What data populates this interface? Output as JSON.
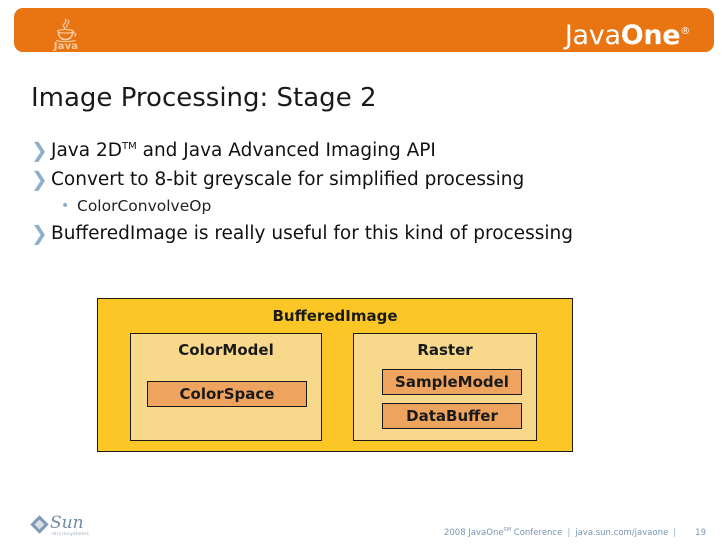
{
  "header": {
    "java_logo_label": "Java",
    "java_logo_icon": "java-coffee-cup-icon",
    "brand_light": "Java",
    "brand_bold": "One",
    "brand_mark": "®",
    "bar_color": "#e87511"
  },
  "slide": {
    "title": "Image Processing: Stage 2",
    "bullet_marker": "❯",
    "sub_marker": "•",
    "bullets": [
      {
        "text_before": "Java 2D",
        "superscript": "TM",
        "text_after": " and Java Advanced Imaging API",
        "subitems": []
      },
      {
        "text_before": "Convert to 8-bit greyscale for simplified processing",
        "superscript": "",
        "text_after": "",
        "subitems": [
          "ColorConvolveOp"
        ]
      },
      {
        "text_before": "BufferedImage is really useful for this kind of processing",
        "superscript": "",
        "text_after": "",
        "subitems": []
      }
    ]
  },
  "diagram": {
    "title": "BufferedImage",
    "outer_color": "#fcc726",
    "panel_color": "#f8d98c",
    "chip_color": "#eea35f",
    "panels": [
      {
        "title": "ColorModel",
        "chips": [
          "ColorSpace"
        ]
      },
      {
        "title": "Raster",
        "chips": [
          "SampleModel",
          "DataBuffer"
        ]
      }
    ]
  },
  "footer": {
    "sun_logo_word": "Sun",
    "sun_logo_sub": "microsystems",
    "conference_before": "2008 JavaOne",
    "conference_sup": "SM",
    "conference_after": " Conference",
    "separator": "|",
    "url": "java.sun.com/javaone",
    "page_number": "19",
    "text_color": "#7b94ad"
  }
}
